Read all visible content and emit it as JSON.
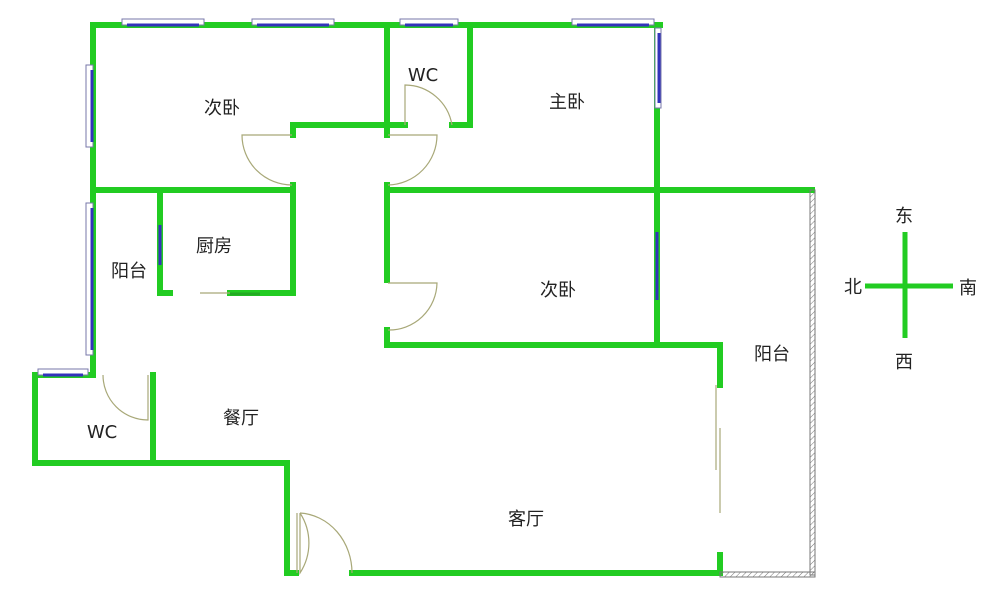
{
  "rooms": {
    "bedroom_top_left": "次卧",
    "wc_top": "WC",
    "master_bedroom": "主卧",
    "kitchen": "厨房",
    "balcony_left": "阳台",
    "bedroom_middle": "次卧",
    "balcony_right": "阳台",
    "dining_room": "餐厅",
    "wc_bottom": "WC",
    "living_room": "客厅"
  },
  "compass": {
    "east": "东",
    "north": "北",
    "south": "南",
    "west": "西"
  },
  "colors": {
    "wall": "#22cc22",
    "window": "#3333bb",
    "door": "#a8a878"
  }
}
